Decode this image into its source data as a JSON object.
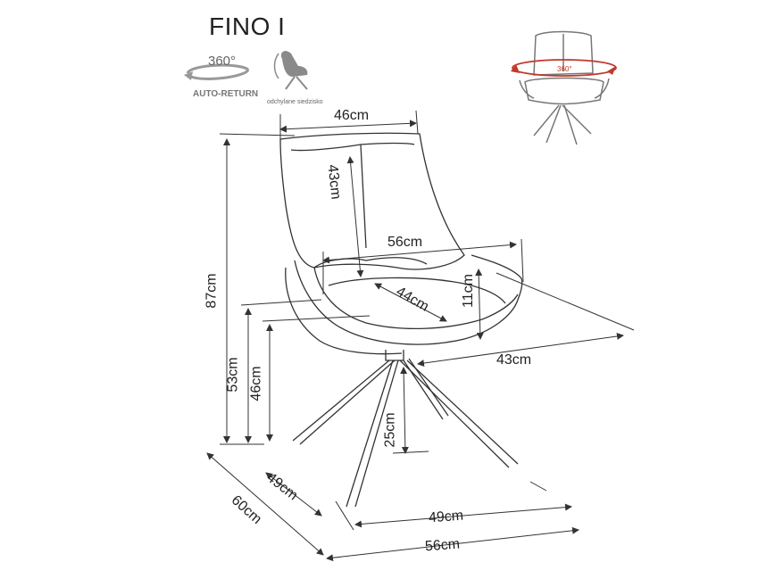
{
  "title": "FINO I",
  "badges": {
    "rotation_label": "360°",
    "rotation_caption": "AUTO-RETURN",
    "tilt_caption": "odchylane siedzisko",
    "preview_rotation_label": "360°"
  },
  "dimensions": {
    "backrest_width": "46cm",
    "backrest_height": "43cm",
    "armrest_width": "56cm",
    "seat_depth": "44cm",
    "armrest_height": "11cm",
    "total_height": "87cm",
    "armrest_floor_height": "53cm",
    "seat_height": "46cm",
    "seat_side_depth": "43cm",
    "leg_clearance": "25cm",
    "base_depth_inner": "49cm",
    "base_width_inner": "49cm",
    "base_depth_outer": "60cm",
    "base_width_outer": "56cm"
  },
  "colors": {
    "line": "#333333",
    "rotation_arrow": "#c0392b",
    "icon_grey": "#8a8a8a"
  }
}
